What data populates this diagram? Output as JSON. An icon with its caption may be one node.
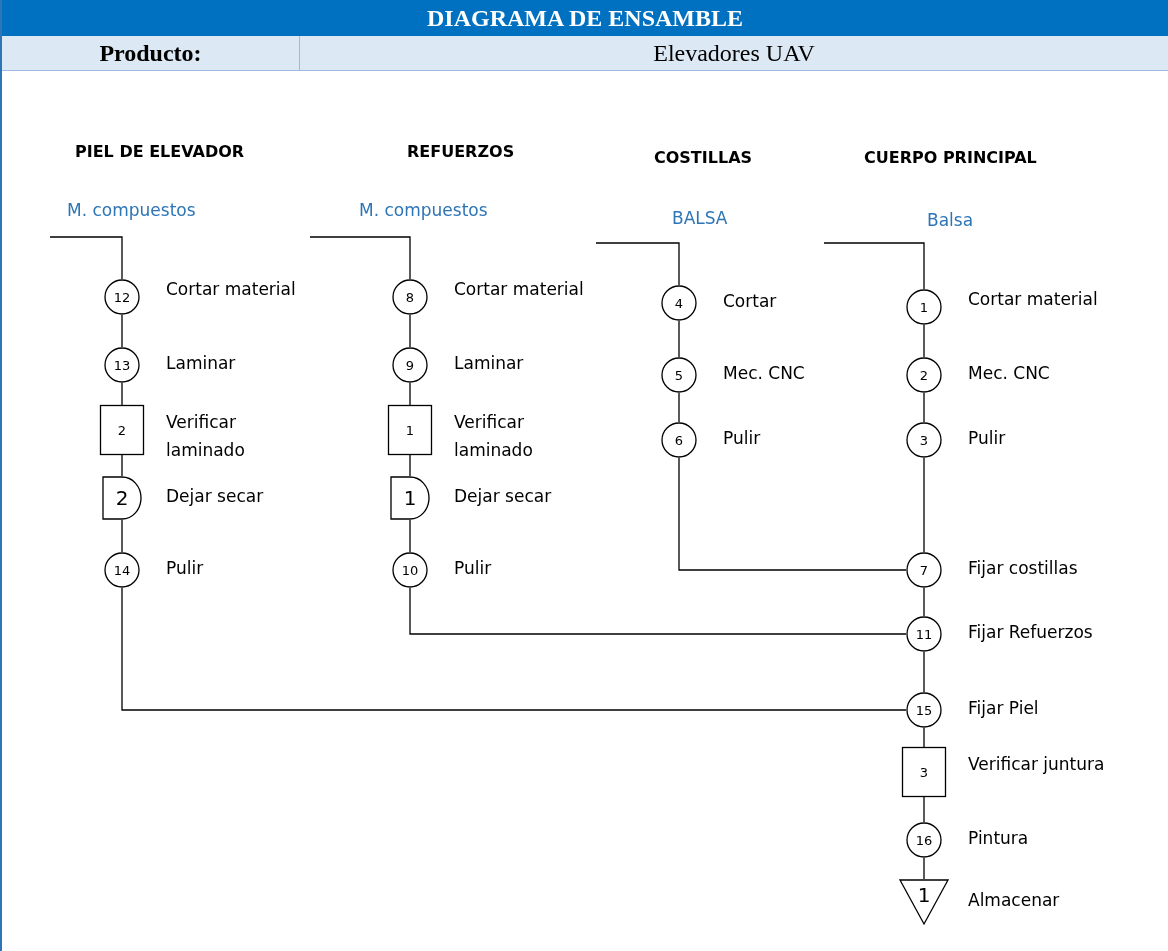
{
  "diagram": {
    "title": "DIAGRAMA DE ENSAMBLE",
    "nodes": [
      {
        "text": [
          "12"
        ],
        "beside": [
          "Cortar material"
        ]
      },
      {
        "text": [
          "13"
        ],
        "beside": [
          "Laminar"
        ]
      },
      {
        "text": [
          "2"
        ],
        "beside": [
          "Verificar laminado"
        ]
      },
      {
        "text": [
          "2"
        ],
        "beside": [
          "Dejar secar"
        ]
      },
      {
        "text": [
          "14"
        ],
        "beside": [
          "Pulir"
        ]
      },
      {
        "text": [
          "8"
        ],
        "beside": [
          "Cortar material"
        ]
      },
      {
        "text": [
          "9"
        ],
        "beside": [
          "Laminar"
        ]
      },
      {
        "text": [
          "1"
        ],
        "beside": [
          "Verificar laminado"
        ]
      },
      {
        "text": [
          "1"
        ],
        "beside": [
          "Dejar secar"
        ]
      },
      {
        "text": [
          "10"
        ],
        "beside": [
          "Pulir"
        ]
      },
      {
        "text": [
          "4"
        ],
        "beside": [
          "Cortar"
        ]
      },
      {
        "text": [
          "5"
        ],
        "beside": [
          "Mec. CNC"
        ]
      },
      {
        "text": [
          "6"
        ],
        "beside": [
          "Pulir"
        ]
      },
      {
        "text": [
          "1"
        ],
        "beside": [
          "Cortar material"
        ]
      },
      {
        "text": [
          "2"
        ],
        "beside": [
          "Mec. CNC"
        ]
      },
      {
        "text": [
          "3"
        ],
        "beside": [
          "Pulir"
        ]
      },
      {
        "text": [
          "7"
        ],
        "beside": [
          "Fijar costillas"
        ]
      },
      {
        "text": [
          "11"
        ],
        "beside": [
          "Fijar Refuerzos"
        ]
      },
      {
        "text": [
          "15"
        ],
        "beside": [
          "Fijar Piel"
        ]
      },
      {
        "text": [
          "3"
        ],
        "beside": [
          "Verificar juntura"
        ]
      },
      {
        "text": [
          "16"
        ],
        "beside": [
          "Pintura"
        ]
      },
      {
        "text": [
          "1"
        ],
        "beside": [
          "Almacenar"
        ]
      }
    ],
    "edges": [
      {
        "from": null,
        "to": 0,
        "arrow": "none"
      },
      {
        "from": 0,
        "to": 1,
        "arrow": "none"
      },
      {
        "from": 1,
        "to": 2,
        "arrow": "none"
      },
      {
        "from": 2,
        "to": 3,
        "arrow": "none"
      },
      {
        "from": 3,
        "to": 4,
        "arrow": "none"
      },
      {
        "from": 4,
        "to": 18,
        "arrow": "none"
      },
      {
        "from": null,
        "to": 5,
        "arrow": "none"
      },
      {
        "from": 5,
        "to": 6,
        "arrow": "none"
      },
      {
        "from": 6,
        "to": 7,
        "arrow": "none"
      },
      {
        "from": 7,
        "to": 8,
        "arrow": "none"
      },
      {
        "from": 8,
        "to": 9,
        "arrow": "none"
      },
      {
        "from": 9,
        "to": 17,
        "arrow": "none"
      },
      {
        "from": null,
        "to": 10,
        "arrow": "none"
      },
      {
        "from": 10,
        "to": 11,
        "arrow": "none"
      },
      {
        "from": 11,
        "to": 12,
        "arrow": "none"
      },
      {
        "from": 12,
        "to": 16,
        "arrow": "none"
      },
      {
        "from": null,
        "to": 13,
        "arrow": "none"
      },
      {
        "from": 13,
        "to": 14,
        "arrow": "none"
      },
      {
        "from": 14,
        "to": 15,
        "arrow": "none"
      },
      {
        "from": 15,
        "to": 16,
        "arrow": "none"
      },
      {
        "from": 16,
        "to": 17,
        "arrow": "none"
      },
      {
        "from": 17,
        "to": 18,
        "arrow": "none"
      },
      {
        "from": 18,
        "to": 19,
        "arrow": "none"
      },
      {
        "from": 19,
        "to": 20,
        "arrow": "none"
      },
      {
        "from": 20,
        "to": 21,
        "arrow": "none"
      }
    ],
    "labels": [
      "Producto:",
      "Elevadores UAV",
      "PIEL DE ELEVADOR",
      "REFUERZOS",
      "COSTILLAS",
      "CUERPO PRINCIPAL",
      "M. compuestos",
      "M. compuestos",
      "BALSA",
      "Balsa"
    ]
  }
}
